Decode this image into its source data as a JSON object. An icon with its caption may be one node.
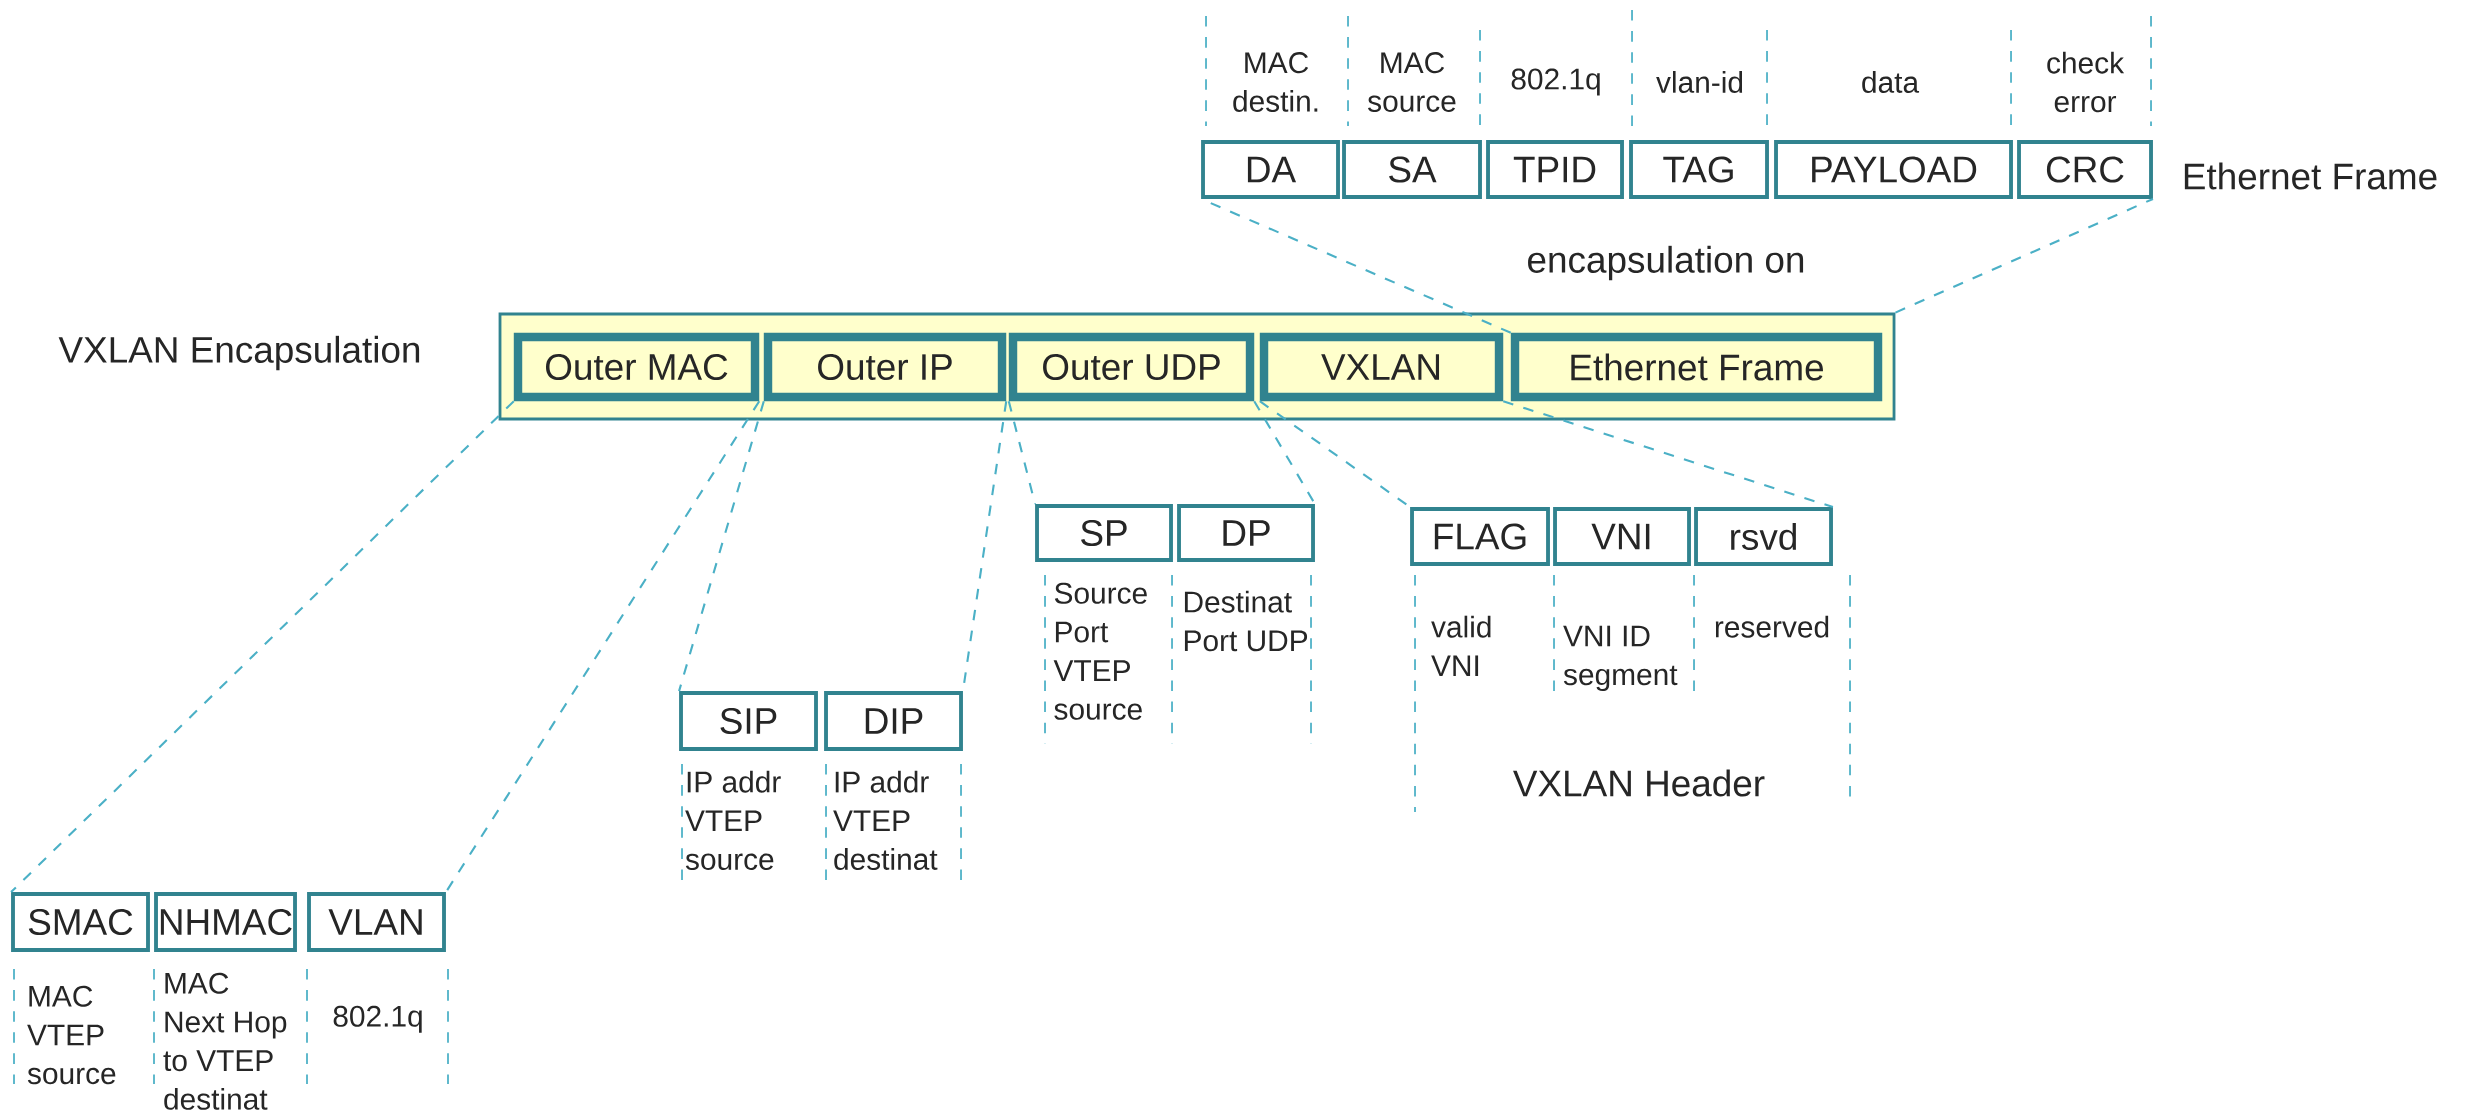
{
  "diagram": {
    "nodes": [
      {
        "text": [
          "DA"
        ],
        "beside": [
          "MAC destin."
        ]
      },
      {
        "text": [
          "SA"
        ],
        "beside": [
          "MAC source"
        ]
      },
      {
        "text": [
          "TPID"
        ],
        "beside": [
          "802.1q"
        ]
      },
      {
        "text": [
          "TAG"
        ],
        "beside": [
          "vlan-id"
        ]
      },
      {
        "text": [
          "PAYLOAD"
        ],
        "beside": [
          "data"
        ]
      },
      {
        "text": [
          "CRC"
        ],
        "beside": [
          "check error"
        ]
      },
      {
        "text": [],
        "shape": "box"
      },
      {
        "text": [
          "Outer MAC"
        ],
        "in": 6
      },
      {
        "text": [
          "Outer IP"
        ],
        "in": 6
      },
      {
        "text": [
          "Outer UDP"
        ],
        "in": 6
      },
      {
        "text": [
          "VXLAN"
        ],
        "in": 6
      },
      {
        "text": [
          "Ethernet Frame"
        ],
        "in": 6
      },
      {
        "text": [
          "SP"
        ],
        "beside": [
          "Source Port VTEP source"
        ]
      },
      {
        "text": [
          "DP"
        ],
        "beside": [
          "Destinat Port UDP"
        ]
      },
      {
        "text": [
          "FLAG"
        ],
        "beside": [
          "valid VNI"
        ]
      },
      {
        "text": [
          "VNI"
        ],
        "beside": [
          "VNI ID segment"
        ]
      },
      {
        "text": [
          "rsvd"
        ],
        "beside": [
          "reserved"
        ]
      },
      {
        "text": [
          "SIP"
        ],
        "beside": [
          "IP addr VTEP source"
        ]
      },
      {
        "text": [
          "DIP"
        ],
        "beside": [
          "IP addr VTEP destinat"
        ]
      },
      {
        "text": [
          "SMAC"
        ],
        "beside": [
          "MAC VTEP source"
        ]
      },
      {
        "text": [
          "NHMAC"
        ],
        "beside": [
          "MAC Next Hop to VTEP destinat"
        ]
      },
      {
        "text": [
          "VLAN"
        ],
        "beside": [
          "802.1q"
        ]
      }
    ],
    "edges": [
      {
        "from": 11,
        "to": 0,
        "arrow": "none",
        "style": "dashed"
      },
      {
        "from": 6,
        "to": 5,
        "arrow": "none",
        "style": "dashed"
      },
      {
        "from": 7,
        "to": 19,
        "arrow": "none",
        "style": "dashed"
      },
      {
        "from": 7,
        "to": 21,
        "arrow": "none",
        "style": "dashed"
      },
      {
        "from": 8,
        "to": 17,
        "arrow": "none",
        "style": "dashed"
      },
      {
        "from": 8,
        "to": 18,
        "arrow": "none",
        "style": "dashed"
      },
      {
        "from": 9,
        "to": 12,
        "arrow": "none",
        "style": "dashed"
      },
      {
        "from": 9,
        "to": 13,
        "arrow": "none",
        "style": "dashed"
      },
      {
        "from": 10,
        "to": 14,
        "arrow": "none",
        "style": "dashed"
      },
      {
        "from": 10,
        "to": 16,
        "arrow": "none",
        "style": "dashed"
      }
    ],
    "labels": [
      "Ethernet Frame",
      "encapsulation on",
      "VXLAN Encapsulation",
      "VXLAN Header"
    ]
  }
}
